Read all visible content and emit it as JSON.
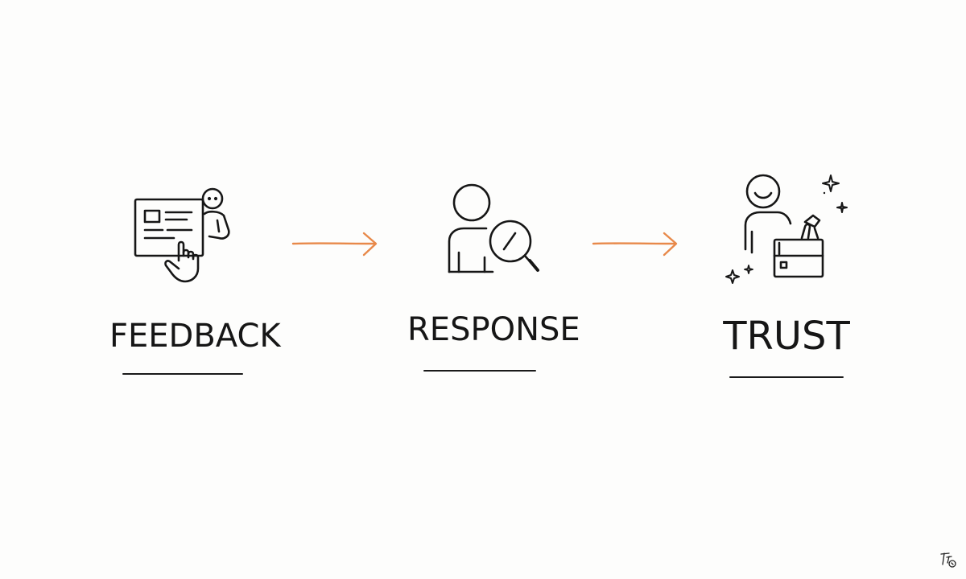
{
  "steps": [
    {
      "label": "FEEDBACK",
      "icon": "feedback-form-icon"
    },
    {
      "label": "RESPONSE",
      "icon": "person-magnifier-icon"
    },
    {
      "label": "TRUST",
      "icon": "person-gift-box-icon"
    }
  ],
  "connector_icon": "arrow-right-icon",
  "colors": {
    "ink": "#161616",
    "accent": "#e8894a",
    "background": "#fdfdfc"
  }
}
